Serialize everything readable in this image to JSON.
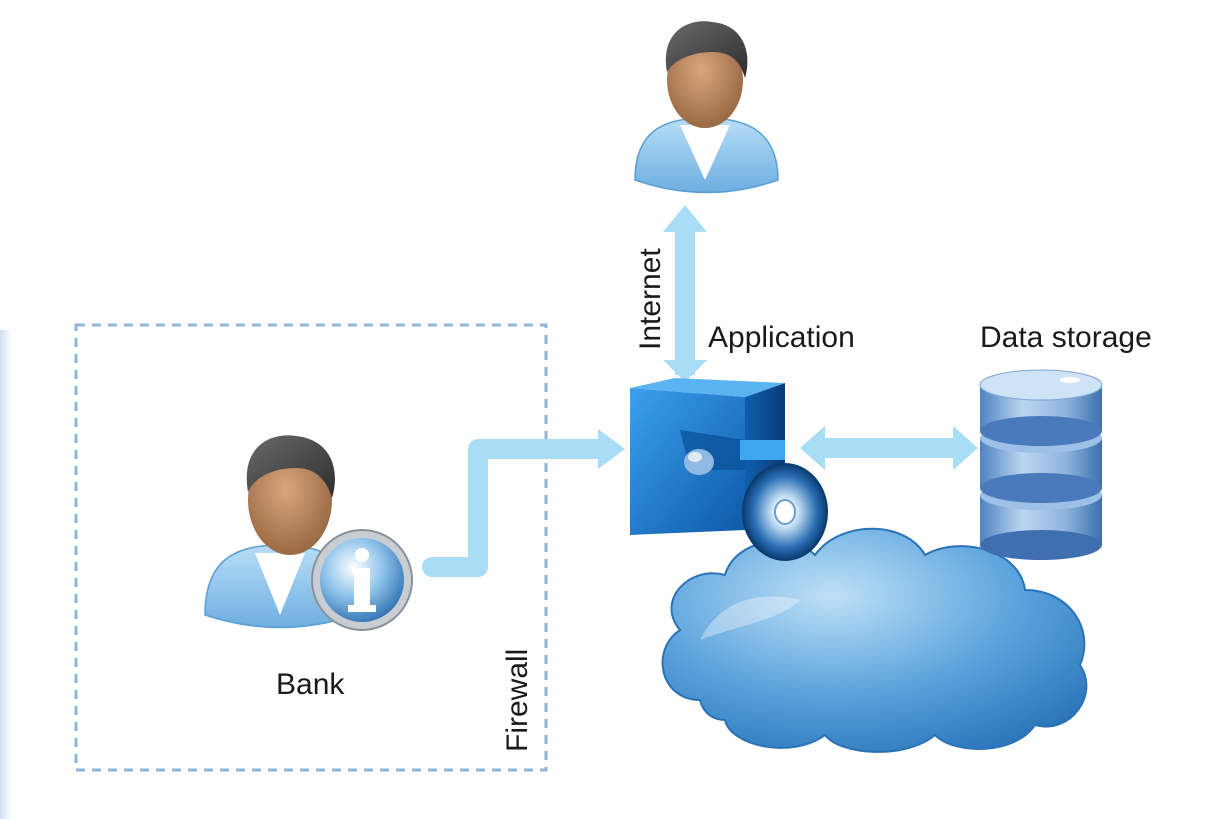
{
  "labels": {
    "internet": "Internet",
    "application": "Application",
    "data_storage": "Data storage",
    "bank": "Bank",
    "firewall": "Firewall"
  },
  "colors": {
    "arrow": "#a9dcf5",
    "firewall_border": "#8fb3d9",
    "box_blue": "#1a74c9",
    "cloud_blue": "#3d8fd1",
    "shirt_blue": "#8cc4ec",
    "skin": "#b8845c",
    "hair": "#4a4a4a"
  },
  "icons": {
    "remote_user": "user-icon",
    "bank_user": "user-info-icon",
    "application": "software-box-icon",
    "storage": "database-icon",
    "cloud": "cloud-icon"
  }
}
